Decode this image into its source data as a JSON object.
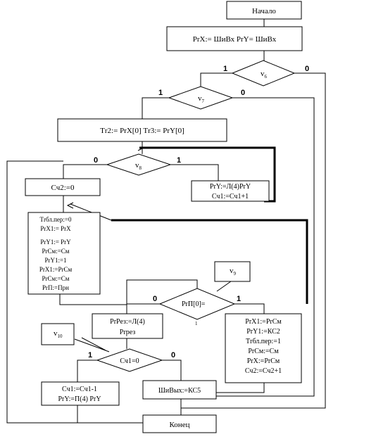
{
  "flowchart": {
    "start": "Начало",
    "end": "Конец",
    "init_block": "PrX:= ШиВх PrY= ШиВх",
    "v6": {
      "base": "v",
      "sub": "6",
      "yes": "1",
      "no": "0"
    },
    "v7": {
      "base": "v",
      "sub": "7",
      "yes": "1",
      "no": "0"
    },
    "tr_block": "Тr2:= PrX[0] Тr3:= PrY[0]",
    "v8": {
      "base": "v",
      "sub": "8",
      "yes": "1",
      "no": "0"
    },
    "sch2_block": "Сч2:=0",
    "shift_block": [
      "PrY:=Л(4)PrY",
      "Сч1:=Сч1+1"
    ],
    "big_block": [
      "Тrбл.пер:=0",
      "PrX1:= PrX",
      "PrY1:= PrY",
      "PrСм:=См",
      "PrY1:=1",
      "PrX1:=PrСм",
      "PrСм:=См",
      "PrП:=Прн"
    ],
    "v9_label": {
      "base": "v",
      "sub": "9"
    },
    "cond_prp": {
      "text": "PrП[0]=",
      "sub": "1",
      "yes": "1",
      "no": "0"
    },
    "prres_block": [
      "PrРез:=Л(4)",
      "Prрез"
    ],
    "right_block": [
      "PrX1:=PrСм",
      "PrY1:=КС2",
      "Тrбл.пер:=1",
      "PrСм:=См",
      "PrX:=PrСм",
      "Сч2:=Сч2+1"
    ],
    "v10_label": {
      "base": "v",
      "sub": "10"
    },
    "cond_sch1": {
      "text": "Сч1=0",
      "yes": "1",
      "no": "0"
    },
    "dec_block": [
      "Сч1:=Сч1-1",
      "PrY:=П(4) PrY"
    ],
    "out_block": "ШиВых:=КС5"
  }
}
